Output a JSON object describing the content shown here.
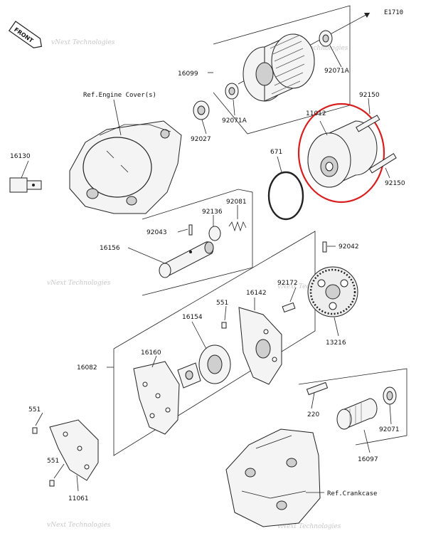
{
  "diagram": {
    "code": "E1710",
    "front_badge": "FRONT",
    "highlight_color": "#d81e1e",
    "watermark": "vNext Technologies",
    "labels": {
      "p16099": "16099",
      "p92071a_top": "92071A",
      "p92071a_mid": "92071A",
      "ref_engine_cover": "Ref.Engine Cover(s)",
      "p92027": "92027",
      "p92150_top": "92150",
      "p11012": "11012",
      "p92150_bot": "92150",
      "p16130": "16130",
      "p671": "671",
      "p92081": "92081",
      "p92136": "92136",
      "p92043": "92043",
      "p16156": "16156",
      "p92042": "92042",
      "p551_top": "551",
      "p16142": "16142",
      "p92172": "92172",
      "p16154": "16154",
      "p16160": "16160",
      "p16082": "16082",
      "p13216": "13216",
      "p551_left": "551",
      "p220": "220",
      "p92071": "92071",
      "p551_low": "551",
      "p16097": "16097",
      "ref_crankcase": "Ref.Crankcase",
      "p11061": "11061"
    }
  }
}
